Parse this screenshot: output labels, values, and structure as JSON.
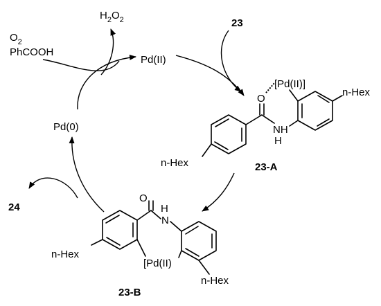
{
  "catalytic_cycle": {
    "pd_ii": "Pd(II)",
    "pd_0": "Pd(0)",
    "h2o2": "H",
    "h2o2_sub": "2",
    "h2o2_o": "O",
    "h2o2_sub2": "2",
    "o2": "O",
    "o2_sub": "2",
    "phcooh": "PhCOOH",
    "substrate": "23",
    "product": "24",
    "intermediate_a": "23-A",
    "intermediate_b": "23-B"
  },
  "structure_a": {
    "pd_label": "[Pd(II)]",
    "oxygen": "O",
    "nh_n": "NH",
    "nh_h": "H",
    "hex_right": "n-Hex",
    "hex_left": "n-Hex"
  },
  "structure_b": {
    "oxygen": "O",
    "nh_h": "H",
    "nh_n": "N",
    "hex_left": "n-Hex",
    "pd_label": "[Pd(II)",
    "hex_bottom": "n-Hex"
  }
}
